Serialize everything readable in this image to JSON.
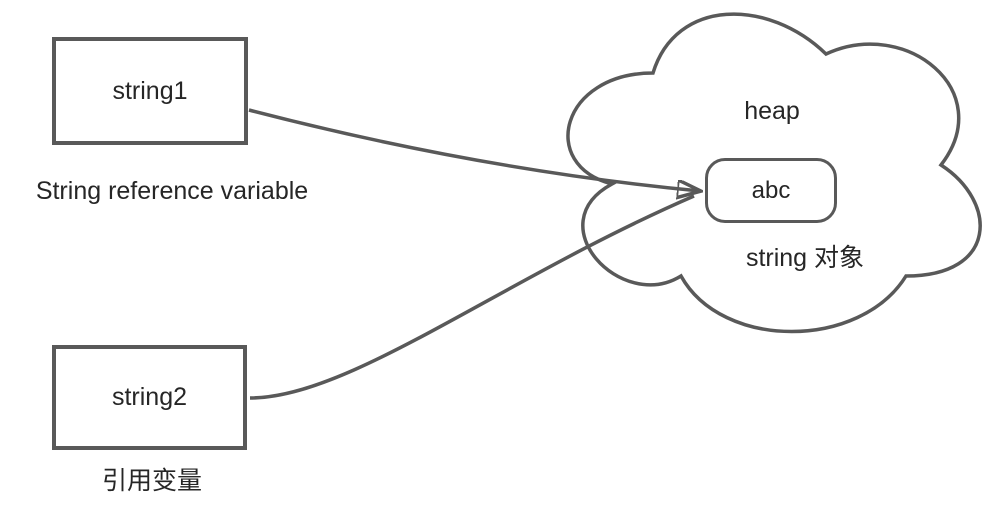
{
  "diagram": {
    "box1": {
      "label": "string1",
      "caption": "String reference variable"
    },
    "box2": {
      "label": "string2",
      "caption": "引用变量"
    },
    "cloud": {
      "title": "heap",
      "object_label": "abc",
      "caption": "string 对象"
    },
    "icons": {
      "arrow1": "arrow-right-icon",
      "arrow2": "arrow-right-icon"
    },
    "colors": {
      "stroke": "#595959",
      "text": "#262626",
      "background": "#ffffff"
    }
  }
}
